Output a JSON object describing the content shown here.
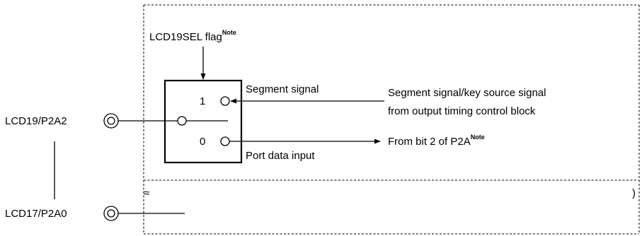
{
  "labels": {
    "sel_flag": "LCD19SEL flag",
    "sel_flag_note": "Note",
    "segment_signal": "Segment signal",
    "port_data_input": "Port data input",
    "switch_pos_1": "1",
    "switch_pos_0": "0",
    "pin_lcd19": "LCD19/P2A2",
    "pin_lcd17": "LCD17/P2A0",
    "source_line1": "Segment signal/key source signal",
    "source_line2": "from output timing control block",
    "from_bit": "From bit 2 of P2A",
    "from_bit_note": "Note",
    "break_mark_left": "≈",
    "break_mark_right": ")"
  }
}
